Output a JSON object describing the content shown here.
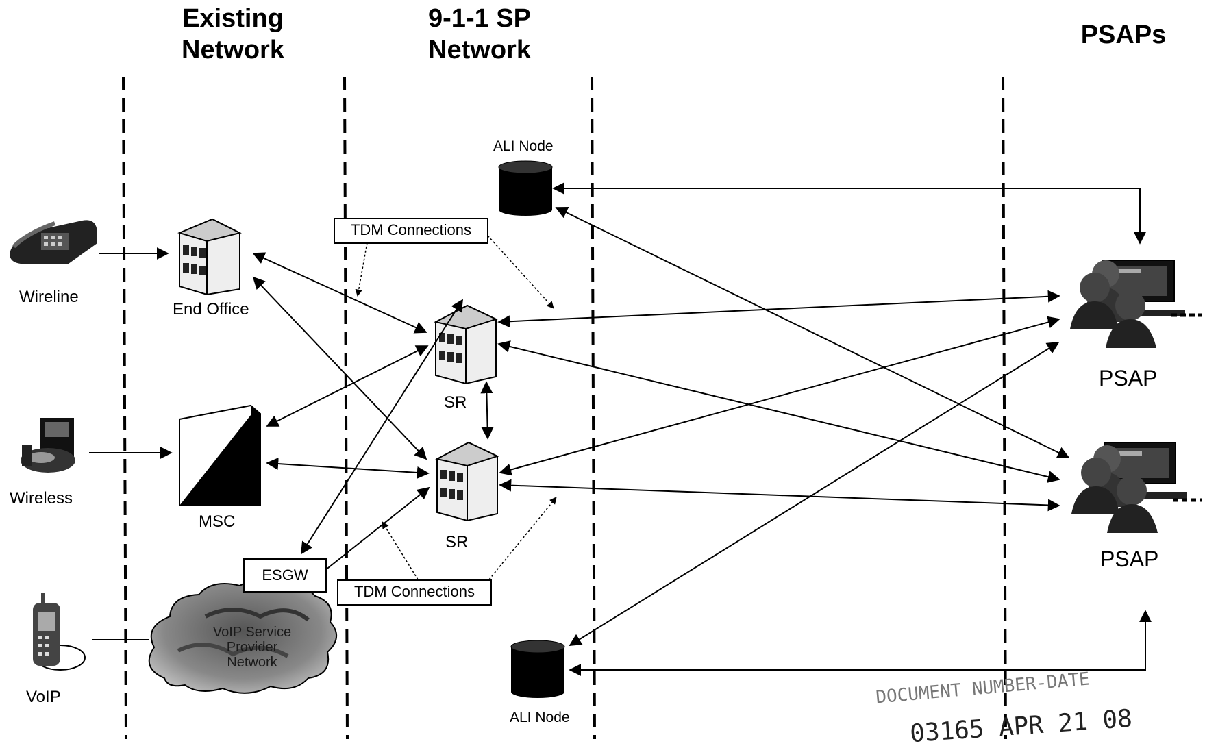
{
  "headers": {
    "existing_network": [
      "Existing",
      "Network"
    ],
    "sp_network": [
      "9-1-1 SP",
      "Network"
    ],
    "psaps": "PSAPs"
  },
  "sources": {
    "wireline": "Wireline",
    "wireless": "Wireless",
    "voip": "VoIP"
  },
  "nodes": {
    "end_office": "End Office",
    "msc": "MSC",
    "esgw": "ESGW",
    "sr_top": "SR",
    "sr_bottom": "SR",
    "ali_top": "ALI Node",
    "ali_bottom": "ALI Node",
    "psap_top": "PSAP",
    "psap_bottom": "PSAP",
    "cloud_text": [
      "VoIP Service",
      "Provider",
      "Network"
    ]
  },
  "callouts": {
    "tdm_top": "TDM Connections",
    "tdm_bottom": "TDM Connections"
  },
  "stamp": {
    "line1": "DOCUMENT NUMBER-DATE",
    "line2": "03165 APR 21 08"
  }
}
